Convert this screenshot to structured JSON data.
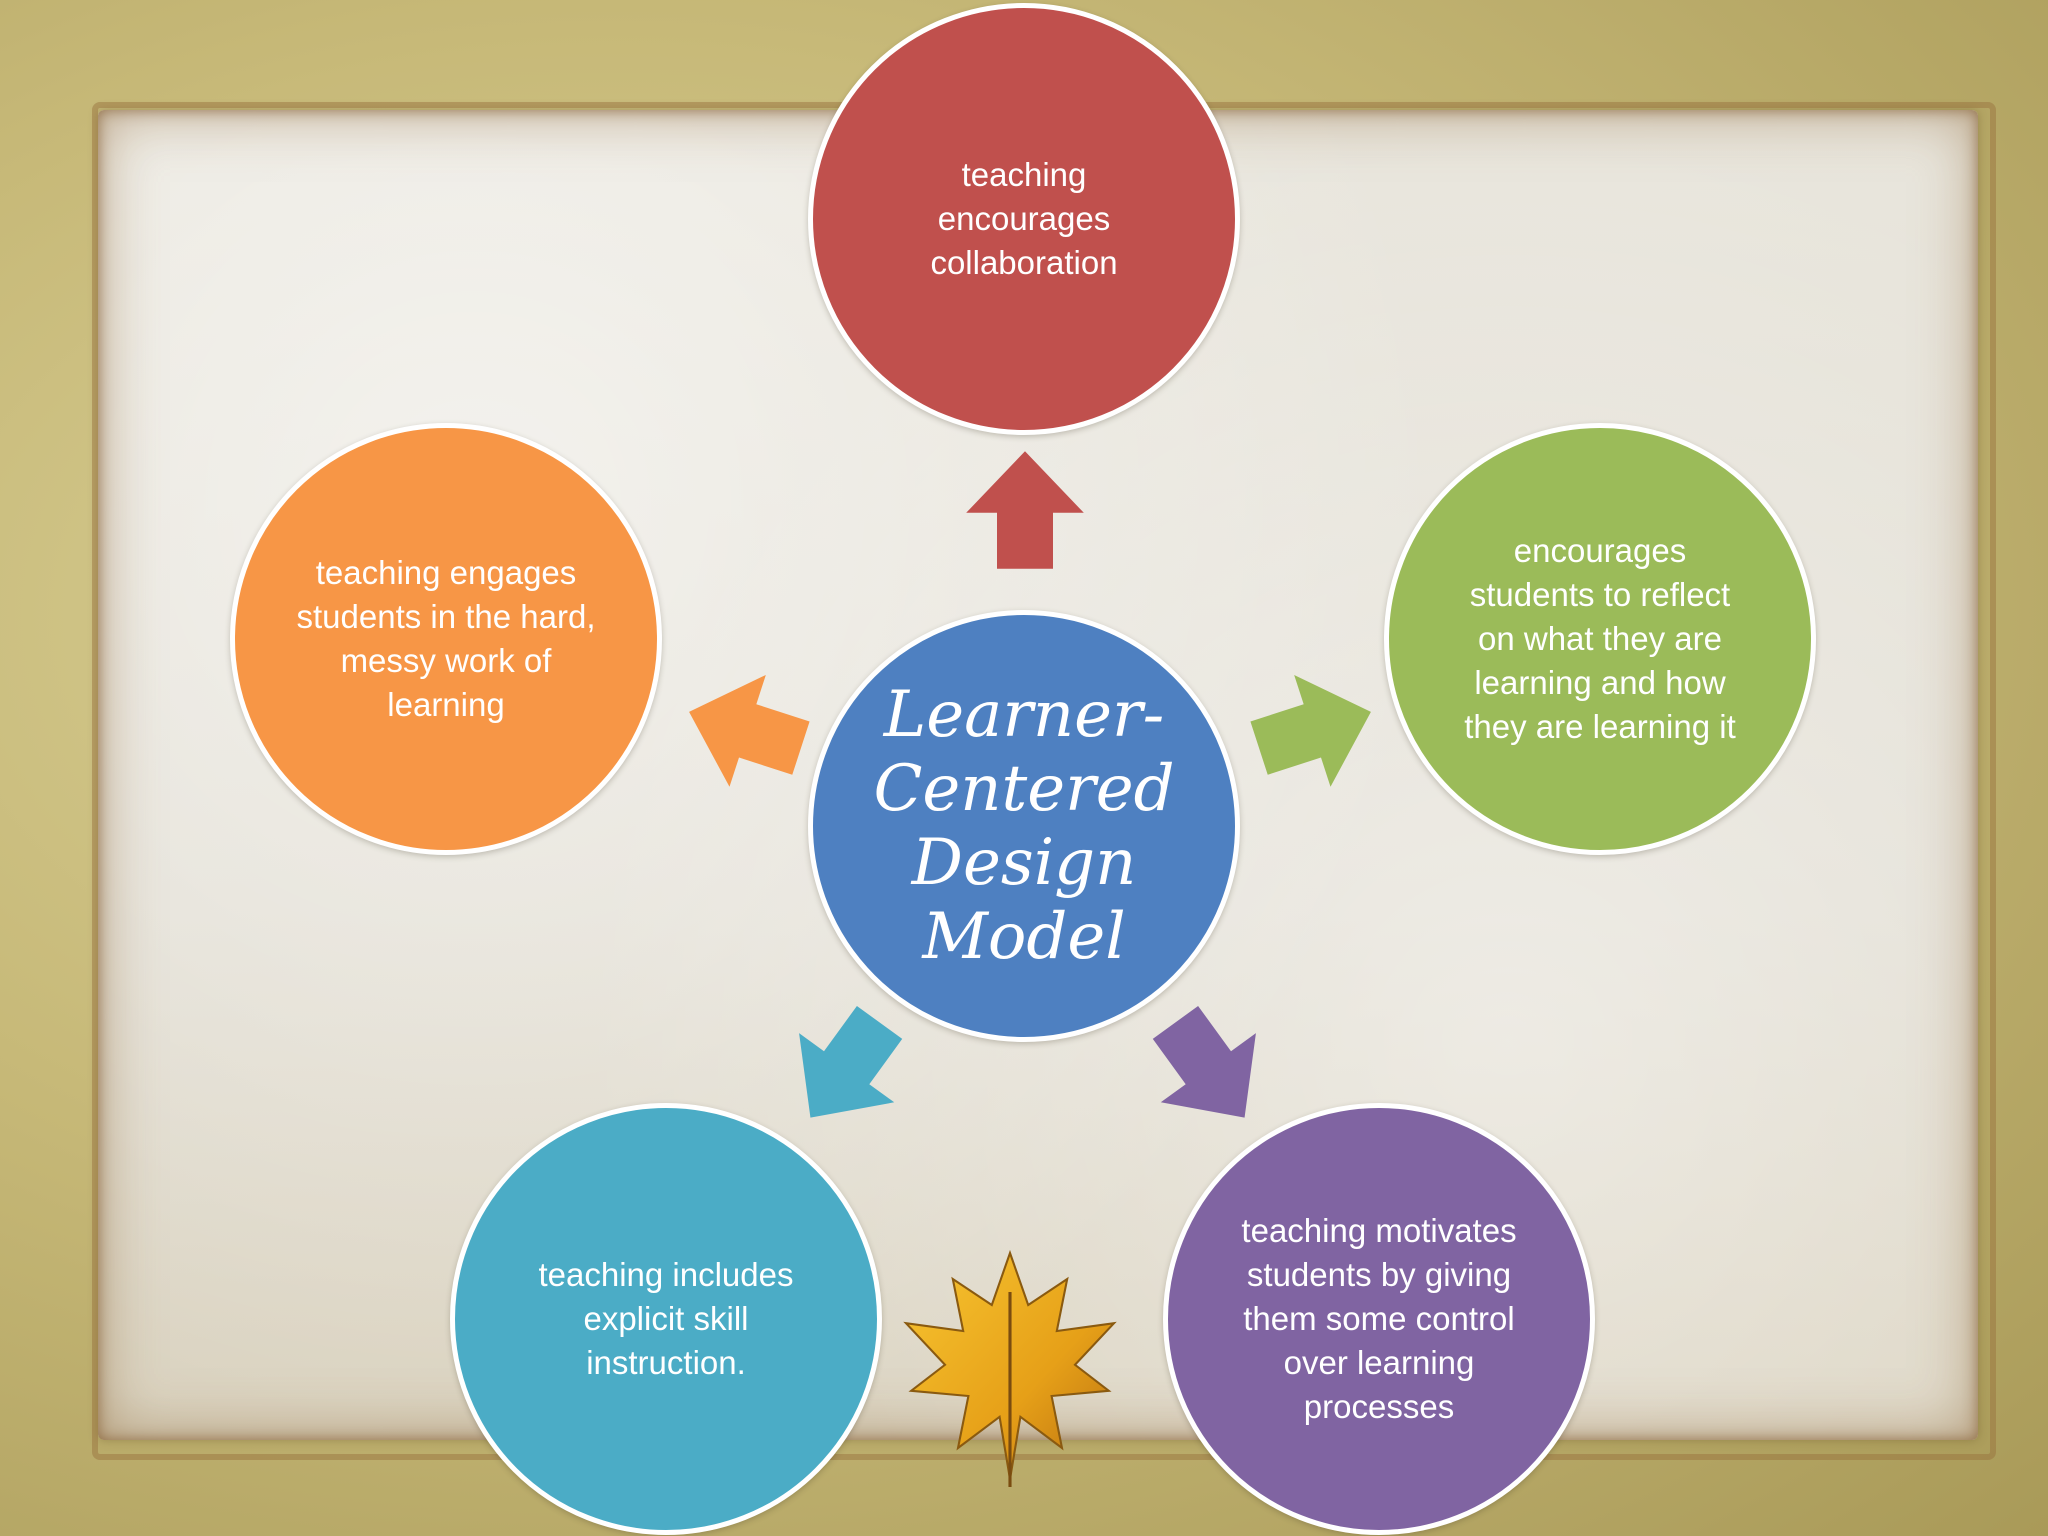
{
  "diagram": {
    "center": {
      "label": "Learner-Centered Design Model",
      "color": "#4e80c1"
    },
    "nodes": [
      {
        "id": "top",
        "label": "teaching encourages collaboration",
        "color": "#c0504d"
      },
      {
        "id": "right",
        "label": "encourages students to reflect on what they are learning and how they are learning it",
        "color": "#9bbb59"
      },
      {
        "id": "bottom-right",
        "label": "teaching motivates students by giving them some control over learning processes",
        "color": "#8064a2"
      },
      {
        "id": "bottom-left",
        "label": "teaching includes explicit skill instruction.",
        "color": "#4bacc6"
      },
      {
        "id": "left",
        "label": "teaching engages students in the hard, messy work of learning",
        "color": "#f79646"
      }
    ]
  },
  "icons": {
    "arrow": "arrow-icon",
    "leaf": "maple-leaf-icon"
  }
}
